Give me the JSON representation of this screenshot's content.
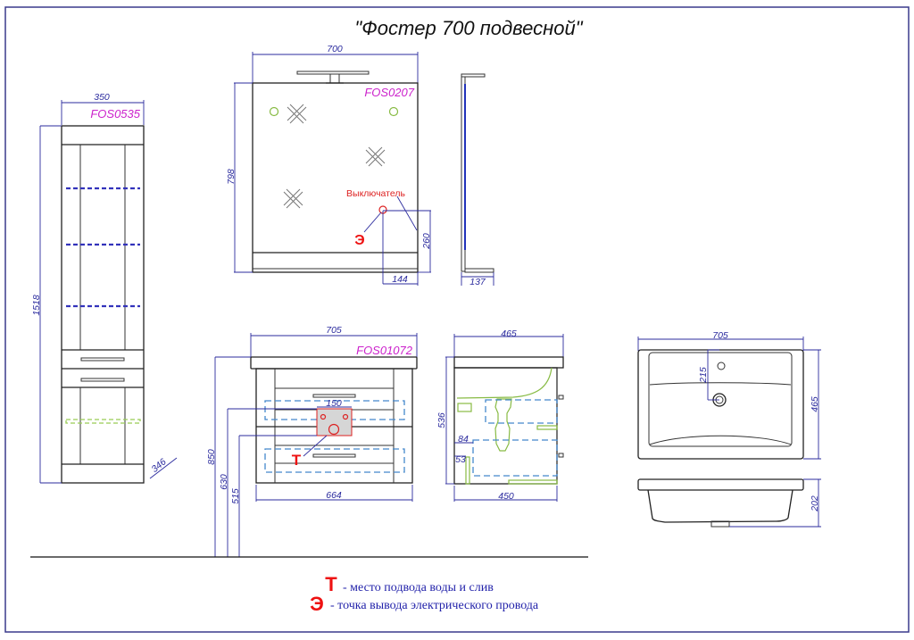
{
  "title": "\"Фостер 700 подвесной\"",
  "tall_cabinet": {
    "code": "FOS0535",
    "width": "350",
    "height": "1518",
    "depth": "346"
  },
  "mirror": {
    "code": "FOS0207",
    "width": "700",
    "height": "798",
    "switch_label": "Выключатель",
    "switch_height": "260",
    "switch_offset": "144",
    "side_depth": "137",
    "electric_marker": "Э"
  },
  "vanity": {
    "code": "FOS01072",
    "top_width": "705",
    "body_width": "664",
    "height_850": "850",
    "height_630": "630",
    "height_515": "515",
    "plumbing_width": "150",
    "water_marker": "Т"
  },
  "vanity_side": {
    "top_depth": "465",
    "body_depth": "450",
    "height": "536",
    "dim_84": "84",
    "dim_53": "53"
  },
  "basin": {
    "width": "705",
    "depth": "465",
    "drain_offset": "215",
    "height": "202"
  },
  "legend": [
    {
      "marker": "Т",
      "text": "- место подвода воды и слив"
    },
    {
      "marker": "Э",
      "text": "- точка вывода электрического провода"
    }
  ],
  "colors": {
    "frame": "#3a3a8c",
    "dimension": "#2b2b9e",
    "product_code": "#cc22cc",
    "marker": "#ee1111",
    "shelf_blue": "#3333bb",
    "shelf_green": "#99cc55",
    "pipe_green": "#88bb44",
    "hidden_blue": "#4488cc"
  }
}
